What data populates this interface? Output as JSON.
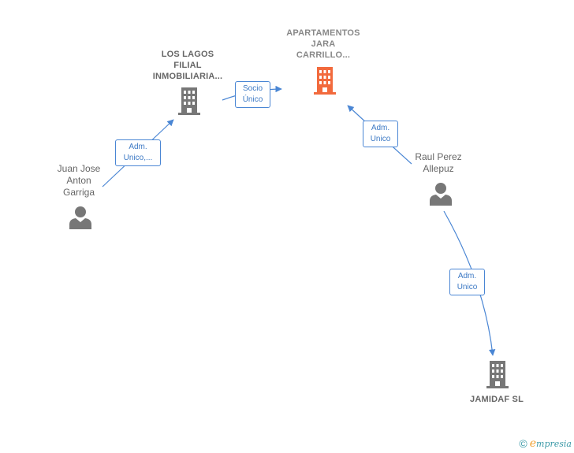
{
  "nodes": {
    "apartamentos": {
      "label": "APARTAMENTOS\nJARA\nCARRILLO...",
      "color": "#f26a3d",
      "icon": "building-icon"
    },
    "los_lagos": {
      "label": "LOS LAGOS\nFILIAL\nINMOBILIARIA...",
      "color": "#777777",
      "icon": "building-icon"
    },
    "jamidaf": {
      "label": "JAMIDAF SL",
      "color": "#777777",
      "icon": "building-icon"
    },
    "juan_jose": {
      "label": "Juan Jose\nAnton\nGarriga",
      "color": "#777777",
      "icon": "person-icon"
    },
    "raul": {
      "label": "Raul Perez\nAllepuz",
      "color": "#777777",
      "icon": "person-icon"
    }
  },
  "edges": {
    "socio_unico": "Socio\nÚnico",
    "adm_unico_juan": "Adm.\nUnico,...",
    "adm_unico_raul_apart": "Adm.\nUnico",
    "adm_unico_raul_jamidaf": "Adm.\nUnico"
  },
  "colors": {
    "edge": "#4a86d4"
  },
  "footer": {
    "copyright": "©",
    "brand_e": "e",
    "brand_rest": "mpresia"
  }
}
